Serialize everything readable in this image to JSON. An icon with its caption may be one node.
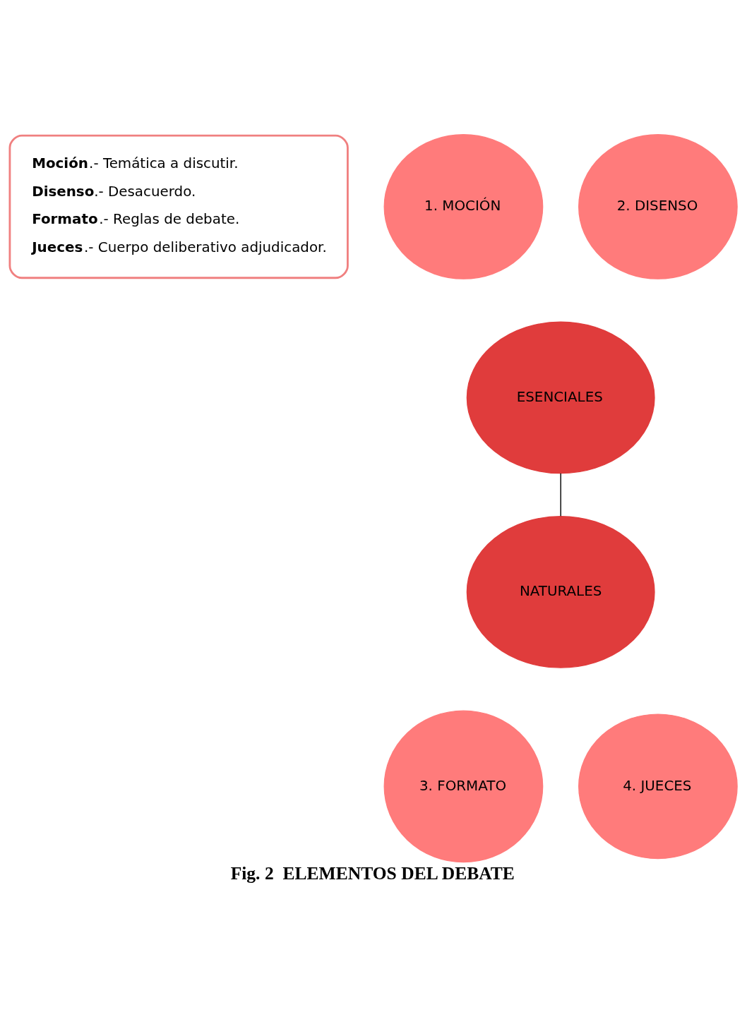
{
  "diagram": {
    "caption": "Fig. 2  ELEMENTOS DEL DEBATE",
    "nodes": [
      {
        "text": [
          "**Moción**.- Temática a discutir.",
          "**Disenso**.- Desacuerdo.",
          "**Formato**.- Reglas de debate.",
          "**Jueces**.- Cuerpo deliberativo adjudicador."
        ]
      },
      {
        "text": [
          "1. MOCIÓN"
        ]
      },
      {
        "text": [
          "2. DISENSO"
        ]
      },
      {
        "text": [
          "ESENCIALES"
        ]
      },
      {
        "text": [
          "NATURALES"
        ]
      },
      {
        "text": [
          "3. FORMATO"
        ]
      },
      {
        "text": [
          "4. JUECES"
        ]
      }
    ],
    "edges": [
      {
        "from": 3,
        "to": 4,
        "arrow": "none"
      }
    ]
  }
}
